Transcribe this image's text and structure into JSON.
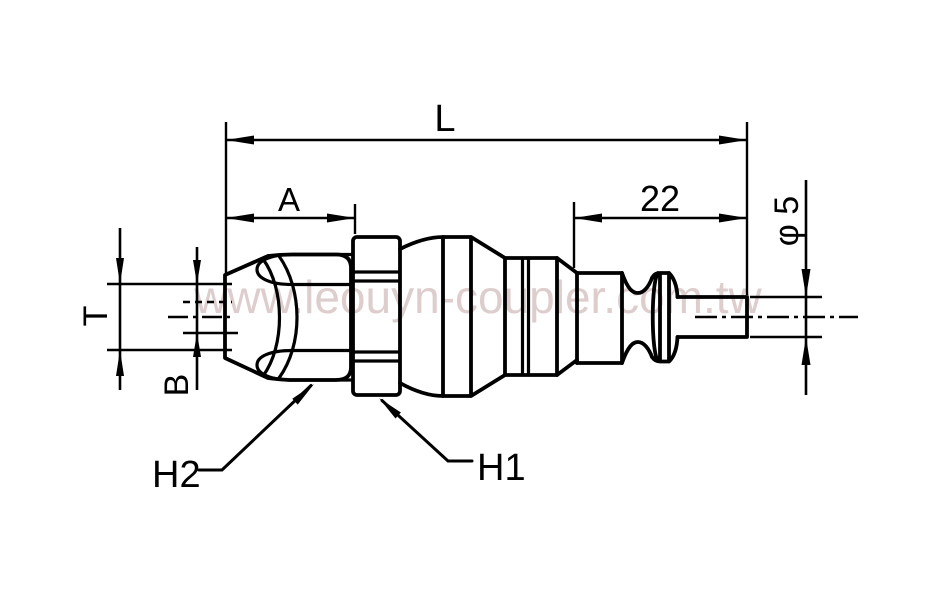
{
  "drawing": {
    "type": "technical-drawing",
    "subject": "quick coupler plug with hose barb grip nut",
    "watermark": "www.leouyn-coupler.com.tw",
    "dims": {
      "overall_length": {
        "label": "L"
      },
      "nut_length": {
        "label": "A"
      },
      "plug_length": {
        "label": "22",
        "value": 22
      },
      "stem_diameter": {
        "label": "φ 5",
        "value": 5
      },
      "thread": {
        "label": "T"
      },
      "bore": {
        "label": "B"
      }
    },
    "callouts": {
      "hex_nut": {
        "label": "H1"
      },
      "grip_nut": {
        "label": "H2"
      }
    },
    "colors": {
      "line": "#000000",
      "watermark": "#d8c5c5",
      "background": "#ffffff"
    }
  }
}
